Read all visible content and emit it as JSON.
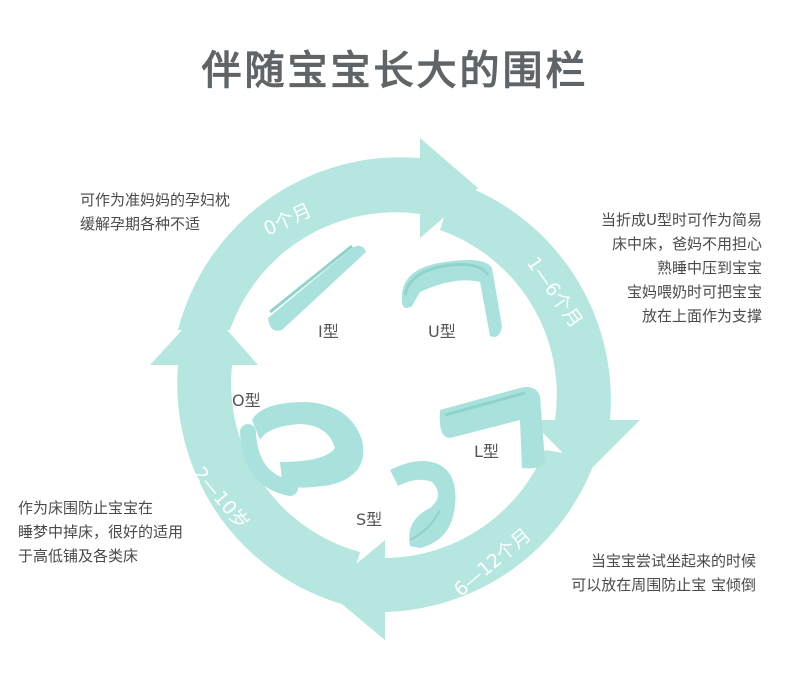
{
  "title": "伴随宝宝长大的围栏",
  "colors": {
    "ring": "#b5e6e0",
    "ring_dark": "#a7dcd5",
    "pillow": "#a9e2dc",
    "pillow_shade": "#8fd3cb",
    "text": "#4a4a4a",
    "title": "#5e6468"
  },
  "stages": [
    {
      "age": "0个月",
      "shape": "I型",
      "note": [
        "可作为准妈妈的孕妇枕",
        "缓解孕期各种不适"
      ]
    },
    {
      "age": "1—6个月",
      "shape": "U型",
      "note": [
        "当折成U型时可作为简易",
        "床中床，爸妈不用担心",
        "熟睡中压到宝宝",
        "宝妈喂奶时可把宝宝",
        "放在上面作为支撑"
      ]
    },
    {
      "age": "6—12个月",
      "shape": "L型",
      "note": [
        "当宝宝尝试坐起来的时候",
        "可以放在周围防止宝 宝倾倒"
      ]
    },
    {
      "age": "2—10岁",
      "shape": "S型",
      "note": [
        "作为床围防止宝宝在",
        "睡梦中掉床，很好的适用",
        "于高低铺及各类床"
      ]
    },
    {
      "shape": "O型"
    }
  ]
}
